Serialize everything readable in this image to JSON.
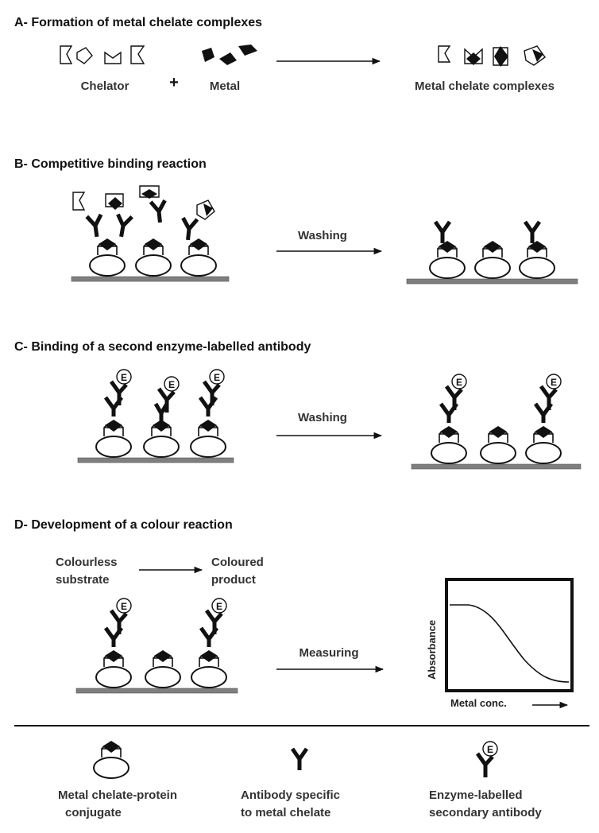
{
  "sections": {
    "a": {
      "title": "A- Formation of metal chelate complexes",
      "chelator_label": "Chelator",
      "plus": "+",
      "metal_label": "Metal",
      "product_label": "Metal chelate complexes"
    },
    "b": {
      "title": "B- Competitive binding reaction",
      "arrow_label": "Washing"
    },
    "c": {
      "title": "C- Binding of a second enzyme-labelled antibody",
      "arrow_label": "Washing",
      "enzyme_letter": "E"
    },
    "d": {
      "title": "D- Development of a colour reaction",
      "substrate_line1": "Colourless",
      "substrate_line2": "substrate",
      "product_line1": "Coloured",
      "product_line2": "product",
      "arrow_label": "Measuring",
      "plot": {
        "ylabel": "Absorbance",
        "xlabel": "Metal conc."
      }
    }
  },
  "legend": {
    "conjugate_line1": "Metal chelate-protein",
    "conjugate_line2": "conjugate",
    "antibody_line1": "Antibody specific",
    "antibody_line2": "to metal chelate",
    "secondary_line1": "Enzyme-labelled",
    "secondary_line2": "secondary antibody"
  },
  "colors": {
    "ink": "#111111",
    "surface": "#7f7f7f",
    "label_text": "#333333"
  }
}
